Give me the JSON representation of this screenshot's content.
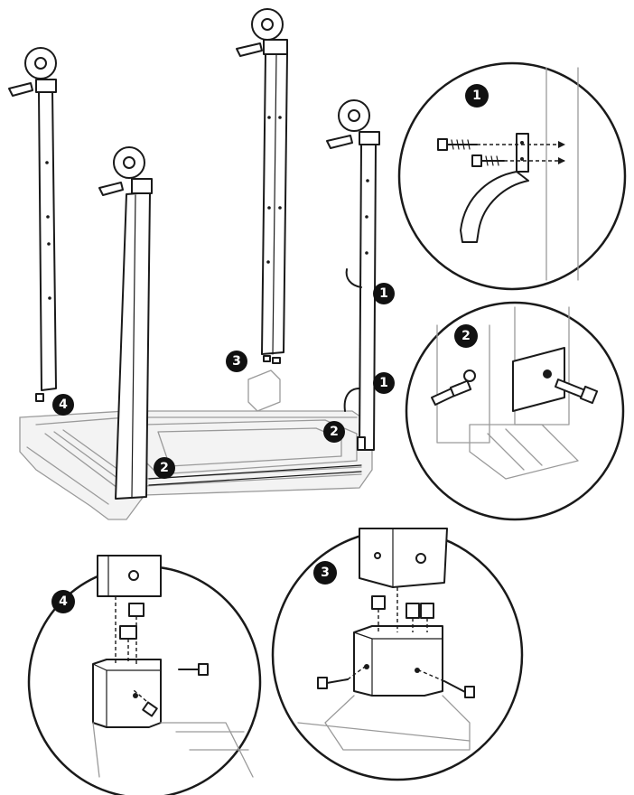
{
  "steps": {
    "step1_label": "1",
    "step2_label": "2",
    "step3_label": "3",
    "step4_label": "4"
  },
  "callouts": {
    "upper_hook": "1",
    "lower_hook": "1",
    "front_rail_right": "2",
    "front_rail_left": "2",
    "rear_leg_bottom": "3",
    "left_leg_bottom": "4"
  },
  "colors": {
    "line": "#1a1a1a",
    "ghost": "#9a9a9a",
    "badge": "#111111"
  }
}
